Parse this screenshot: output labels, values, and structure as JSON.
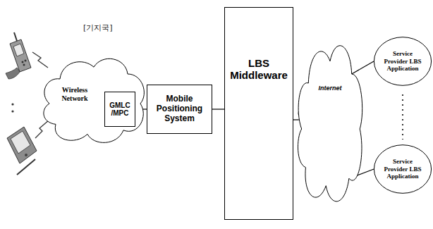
{
  "diagram": {
    "nodes": [
      {
        "text": [
          "Wireless Network"
        ]
      },
      {
        "text": [
          "GMLC /MPC"
        ],
        "in": 0
      },
      {
        "text": [
          "Mobile Positioning System"
        ]
      },
      {
        "text": [
          "LBS Middleware"
        ]
      },
      {
        "text": [
          "Internet"
        ]
      },
      {
        "text": [
          "Service Provider LBS Application"
        ]
      },
      {
        "text": [
          "Service Provider LBS Application"
        ]
      }
    ],
    "edges": [
      {
        "from": 1,
        "to": 2,
        "arrow": "none"
      },
      {
        "from": 2,
        "to": 3,
        "arrow": "none"
      },
      {
        "from": 3,
        "to": 4,
        "arrow": "none"
      },
      {
        "from": 4,
        "to": 5,
        "arrow": "none"
      },
      {
        "from": 4,
        "to": 6,
        "arrow": "none"
      }
    ],
    "labels": [
      "[기지국]"
    ]
  }
}
